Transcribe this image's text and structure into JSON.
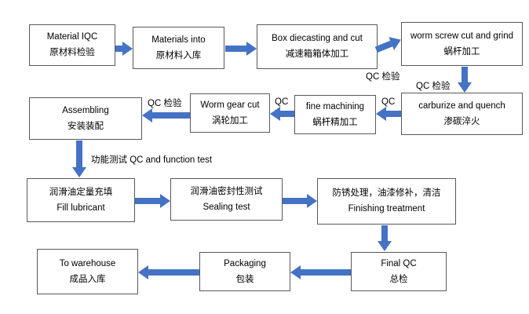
{
  "diagram": {
    "type": "flowchart",
    "nodes": [
      {
        "line1": "Material IQC",
        "line2": "原材料检验"
      },
      {
        "line1": "Materials into",
        "line2": "原材料入库"
      },
      {
        "line1": "Box diecasting and cut",
        "line2": "减速箱箱体加工"
      },
      {
        "line1": "worm screw cut and grind",
        "line2": "蜗杆加工"
      },
      {
        "line1": "carburize and quench",
        "line2": "渗碳淬火"
      },
      {
        "line1": "fine machining",
        "line2": "蜗杆精加工"
      },
      {
        "line1": "Worm gear cut",
        "line2": "涡轮加工"
      },
      {
        "line1": "Assembling",
        "line2": "安装装配"
      },
      {
        "line1": "润滑油定量充填",
        "line2": "Fill lubricant"
      },
      {
        "line1": "润滑油密封性测试",
        "line2": "Sealing test"
      },
      {
        "line1": "防锈处理，油漆修补，清洁",
        "line2": "Finishing treatment"
      },
      {
        "line1": "Final QC",
        "line2": "总检"
      },
      {
        "line1": "Packaging",
        "line2": "包装"
      },
      {
        "line1": "To warehouse",
        "line2": "成品入库"
      }
    ],
    "labels": [
      {
        "text": "QC 检验"
      },
      {
        "text": "QC 检验"
      },
      {
        "text": "QC"
      },
      {
        "text": "QC"
      },
      {
        "text": "QC 检验"
      },
      {
        "text": "功能测试 QC and function test"
      }
    ],
    "edges": [
      [
        0,
        1
      ],
      [
        1,
        2
      ],
      [
        2,
        3
      ],
      [
        3,
        4
      ],
      [
        4,
        5
      ],
      [
        5,
        6
      ],
      [
        6,
        7
      ],
      [
        7,
        8
      ],
      [
        8,
        9
      ],
      [
        9,
        10
      ],
      [
        10,
        11
      ],
      [
        11,
        12
      ],
      [
        12,
        13
      ]
    ],
    "colors": {
      "arrow": "#4472C4",
      "box_border": "#595959",
      "text": "#000000",
      "background": "#FFFFFF"
    }
  }
}
